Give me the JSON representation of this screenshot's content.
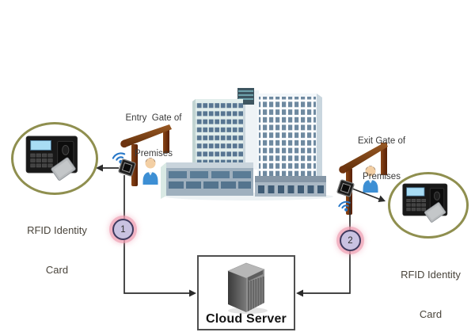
{
  "diagram": {
    "entry_gate_label": [
      "Entry  Gate of",
      "Premises"
    ],
    "exit_gate_label": [
      "Exit Gate of",
      "Premises"
    ],
    "rfid_left_label": [
      "RFID Identity",
      "Card"
    ],
    "rfid_right_label": [
      "RFID Identity",
      "Card"
    ],
    "cloud_server_label": "Cloud Server",
    "step_badges": [
      {
        "label": "1"
      },
      {
        "label": "2"
      }
    ],
    "icons": {
      "building": "office-building-icon",
      "entry_gate": "gate-frame-icon",
      "exit_gate": "gate-frame-icon",
      "person_left": "person-icon",
      "person_right": "person-icon",
      "wifi_left": "wifi-icon",
      "wifi_right": "wifi-icon",
      "reader_left": "rfid-reader-icon",
      "reader_right": "rfid-reader-icon",
      "terminal_left": "rfid-card-terminal-icon",
      "terminal_right": "rfid-card-terminal-icon",
      "server": "server-tower-icon"
    },
    "colors": {
      "gate_brown": "#7a3c12",
      "rfid_circle_border": "#8f8f4f",
      "step_fill": "#c9c2e1",
      "step_border": "#3f3a5e",
      "step_glow": "#ee9eb2",
      "wifi_blue": "#2878c8",
      "person_blue": "#3d8fd4",
      "connector": "#2b2b2b",
      "cloud_box_border": "#4f4f4f",
      "window_blue": "#6e89a0",
      "label_text": "#3a3a3a"
    }
  }
}
